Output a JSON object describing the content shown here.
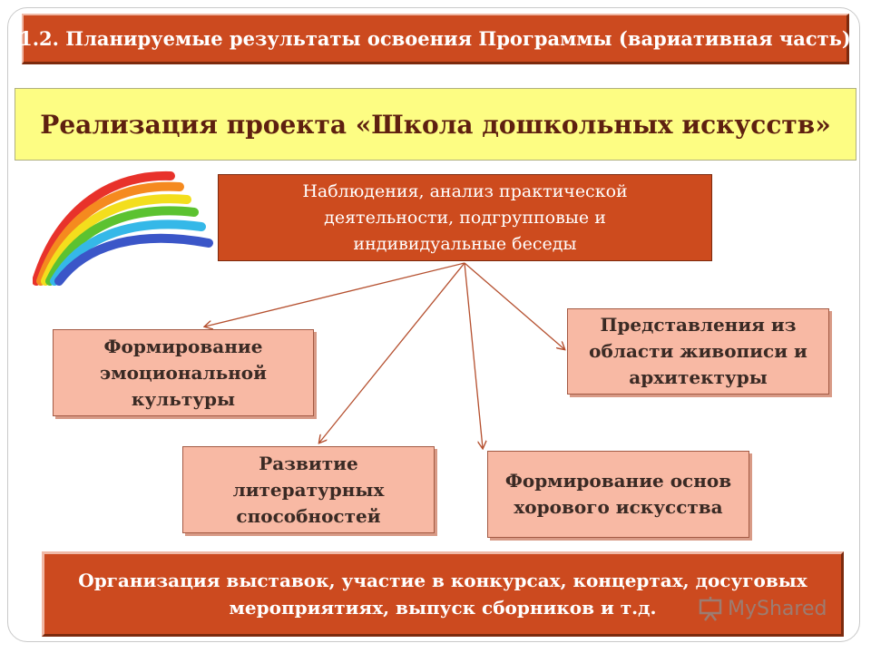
{
  "header": {
    "title": "1.2. Планируемые результаты освоения Программы (вариативная часть)"
  },
  "project": {
    "title": "Реализация проекта «Школа дошкольных искусств»"
  },
  "diagram": {
    "center": "Наблюдения, анализ практической\nдеятельности, подгрупповые и\nиндивидуальные беседы",
    "nodes": {
      "emotional": "Формирование\nэмоциональной\nкультуры",
      "painting": "Представления из\nобласти живописи и\nархитектуры",
      "literary": "Развитие\nлитературных\nспособностей",
      "choral": "Формирование основ\nхорового искусства"
    },
    "colors": {
      "accent": "#cc4a1f",
      "node_fill": "#f8b9a4",
      "banner": "#fdfd83",
      "arrow": "#b5502f"
    }
  },
  "footer": {
    "text": "Организация выставок, участие в конкурсах, концертах, досуговых\nмероприятиях, выпуск сборников и т.д."
  },
  "watermark": {
    "text": "MyShared",
    "icon": "presentation-icon"
  },
  "decoration": {
    "icon": "rainbow-icon"
  }
}
